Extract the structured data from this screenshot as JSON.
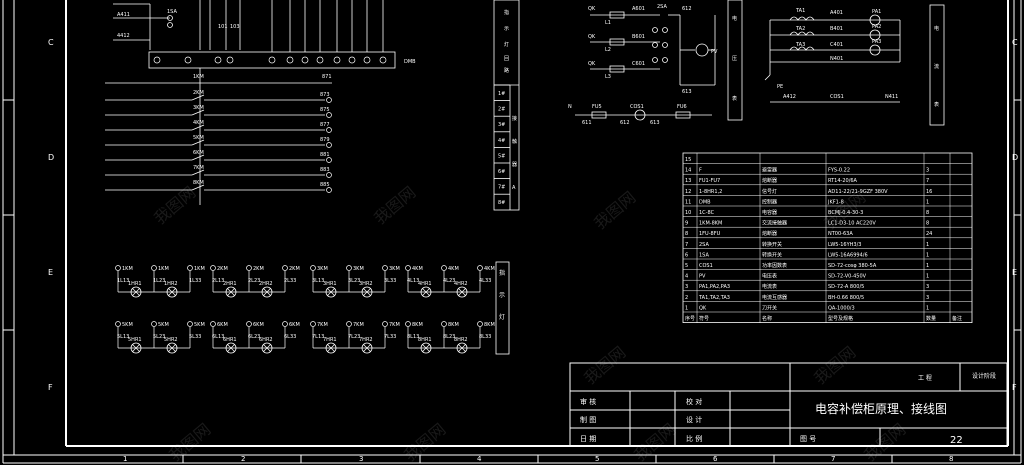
{
  "frame": {
    "row_labels": [
      "C",
      "D",
      "E",
      "F"
    ],
    "col_labels": [
      "1",
      "2",
      "3",
      "4",
      "5",
      "6",
      "7",
      "8"
    ]
  },
  "top_left": {
    "labels": [
      "A411",
      "4412",
      "1SA",
      "101",
      "103",
      "DMB",
      "1KM"
    ],
    "bus_label": "871",
    "contactors": [
      "2KM",
      "3KM",
      "4KM",
      "5KM",
      "6KM",
      "7KM",
      "8KM"
    ],
    "terminals": [
      "873",
      "875",
      "877",
      "879",
      "881",
      "883",
      "885"
    ]
  },
  "lamps": {
    "groups": [
      {
        "km": [
          "1KM",
          "1KM",
          "1KM"
        ],
        "labels": [
          "1L13",
          "1L23",
          "1L33"
        ],
        "lamps": [
          "1HR1",
          "1HR2"
        ]
      },
      {
        "km": [
          "2KM",
          "2KM",
          "2KM"
        ],
        "labels": [
          "2L13",
          "2L23",
          "2L33"
        ],
        "lamps": [
          "2HR1",
          "2HR2"
        ]
      },
      {
        "km": [
          "3KM",
          "3KM",
          "3KM"
        ],
        "labels": [
          "3L13",
          "3L23",
          "3L33"
        ],
        "lamps": [
          "3HR1",
          "3HR2"
        ]
      },
      {
        "km": [
          "4KM",
          "4KM",
          "4KM"
        ],
        "labels": [
          "4L13",
          "4L23",
          "4L33"
        ],
        "lamps": [
          "4HR1",
          "4HR2"
        ]
      },
      {
        "km": [
          "5KM",
          "5KM",
          "5KM"
        ],
        "labels": [
          "5L13",
          "5L23",
          "5L33"
        ],
        "lamps": [
          "5HR1",
          "5HR2"
        ]
      },
      {
        "km": [
          "6KM",
          "6KM",
          "6KM"
        ],
        "labels": [
          "6L13",
          "6L23",
          "6L33"
        ],
        "lamps": [
          "6HR1",
          "6HR2"
        ]
      },
      {
        "km": [
          "7KM",
          "7KM",
          "7KM"
        ],
        "labels": [
          "7L13",
          "7L23",
          "7L33"
        ],
        "lamps": [
          "7HR1",
          "7HR2"
        ]
      },
      {
        "km": [
          "8KM",
          "8KM",
          "8KM"
        ],
        "labels": [
          "8L13",
          "8L23",
          "8L33"
        ],
        "lamps": [
          "8HR1",
          "8HR2"
        ]
      }
    ],
    "side_label": [
      "指",
      "示",
      "灯"
    ]
  },
  "mid_table": {
    "header_cells": [
      "指",
      "示",
      "灯",
      "回",
      "路"
    ],
    "rows": [
      "1#",
      "2#",
      "3#",
      "4#",
      "5#",
      "6#",
      "7#",
      "8#"
    ],
    "side_text": [
      "接",
      "触",
      "器",
      "A"
    ]
  },
  "voltmeter": {
    "labels": [
      "QK",
      "QK",
      "QK",
      "L1",
      "L2",
      "L3",
      "A601",
      "B601",
      "C601",
      "2SA",
      "612",
      "613",
      "PV",
      "FU5",
      "FU6",
      "COS1",
      "N",
      "611",
      "612",
      "613"
    ],
    "side": [
      "电",
      "压",
      "表"
    ]
  },
  "ammeter": {
    "labels": [
      "TA1",
      "TA2",
      "TA3",
      "A401",
      "B401",
      "C401",
      "N401",
      "PA1",
      "PA2",
      "PA3",
      "PE",
      "A412",
      "COS1",
      "N411"
    ],
    "side": [
      "电",
      "流",
      "表"
    ]
  },
  "bom": {
    "columns": [
      "序号",
      "符号",
      "名称",
      "型号及规格",
      "数量",
      "备注"
    ],
    "rows": [
      [
        "15",
        "",
        "",
        "",
        "",
        ""
      ],
      [
        "14",
        "F",
        "避雷器",
        "FYS-0.22",
        "3",
        ""
      ],
      [
        "13",
        "FU1-FU7",
        "熔断器",
        "RT14-20/6A",
        "7",
        ""
      ],
      [
        "12",
        "1-8HR1,2",
        "信号灯",
        "AD11-22/21-9GZF 380V",
        "16",
        ""
      ],
      [
        "11",
        "DMB",
        "控制器",
        "JKF1-8",
        "1",
        ""
      ],
      [
        "10",
        "1C-8C",
        "电容器",
        "BCMJ-0.4-30-3",
        "8",
        ""
      ],
      [
        "9",
        "1KM-8KM",
        "交流接触器",
        "LC1-D3-10 AC220V",
        "8",
        ""
      ],
      [
        "8",
        "1FU-8FU",
        "熔断器",
        "NT00-63A",
        "24",
        ""
      ],
      [
        "7",
        "2SA",
        "转换开关",
        "LW5-16YH3/3",
        "1",
        ""
      ],
      [
        "6",
        "1SA",
        "转换开关",
        "LW5-16A6994/6",
        "1",
        ""
      ],
      [
        "5",
        "COS1",
        "功率因数表",
        "SD-72-cosφ 380-5A",
        "1",
        ""
      ],
      [
        "4",
        "PV",
        "电压表",
        "SD-72-V0-450V",
        "1",
        ""
      ],
      [
        "3",
        "PA1,PA2,PA3",
        "电流表",
        "SD-72-A 800/5",
        "3",
        ""
      ],
      [
        "2",
        "TA1,TA2,TA3",
        "电流互感器",
        "BH-0.66 800/5",
        "3",
        ""
      ],
      [
        "1",
        "QK",
        "刀开关",
        "QA-1000/3",
        "1",
        ""
      ]
    ]
  },
  "title_block": {
    "project_label": "工 程",
    "design_stage": "设计阶段",
    "drawing_title": "电容补偿柜原理、接线图",
    "check": "审 核",
    "proofread": "校 对",
    "make": "制 图",
    "design": "设 计",
    "date": "日 期",
    "scale": "比 例",
    "drawing_no_label": "图 号",
    "sheet_no": "22"
  },
  "watermark": "我图网"
}
